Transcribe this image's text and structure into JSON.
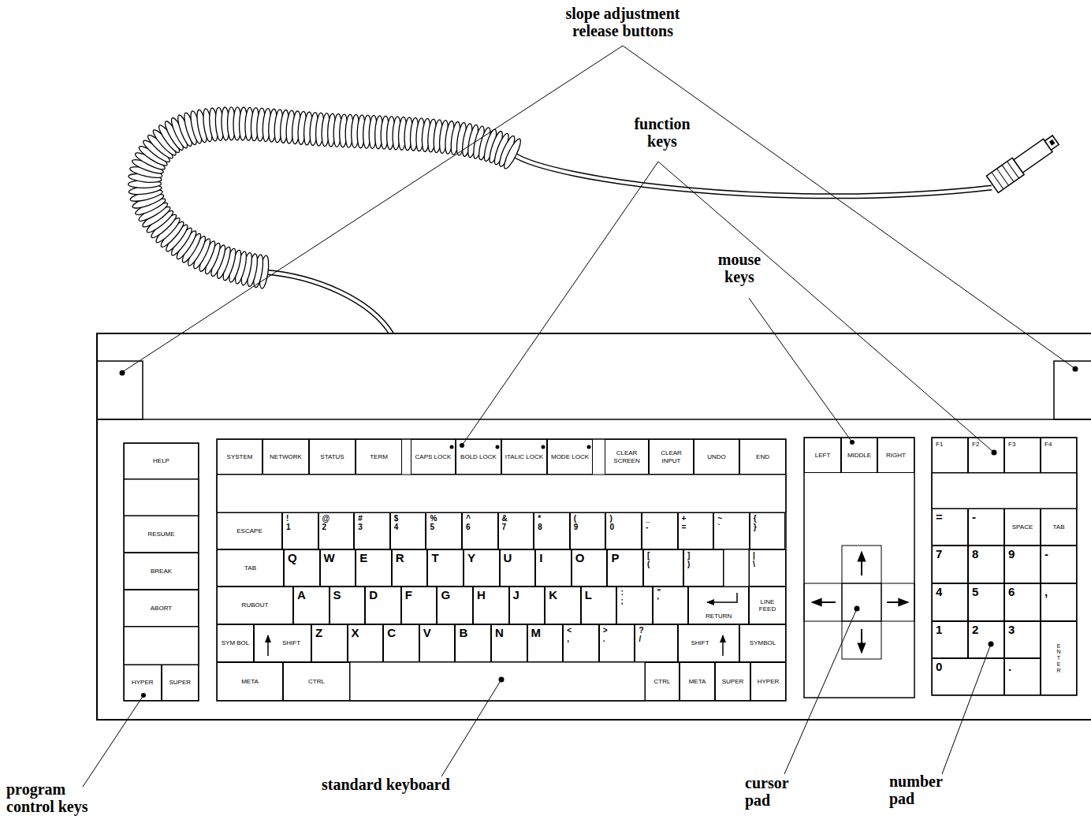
{
  "diagram": {
    "nodes": [
      {
        "text": [
          "HELP"
        ]
      },
      {
        "text": [
          "RESUME"
        ]
      },
      {
        "text": [
          "BREAK"
        ]
      },
      {
        "text": [
          "ABORT"
        ]
      },
      {
        "text": [
          "HYPER"
        ]
      },
      {
        "text": [
          "SUPER"
        ]
      },
      {
        "text": [
          "SYSTEM"
        ]
      },
      {
        "text": [
          "NETWORK"
        ]
      },
      {
        "text": [
          "STATUS"
        ]
      },
      {
        "text": [
          "TERM"
        ]
      },
      {
        "text": [
          "CAPS LOCK"
        ]
      },
      {
        "text": [
          "BOLD LOCK"
        ]
      },
      {
        "text": [
          "ITALIC LOCK"
        ]
      },
      {
        "text": [
          "MODE LOCK"
        ]
      },
      {
        "text": [
          "CLEAR SCREEN"
        ]
      },
      {
        "text": [
          "CLEAR INPUT"
        ]
      },
      {
        "text": [
          "UNDO"
        ]
      },
      {
        "text": [
          "END"
        ]
      },
      {
        "text": [
          "ESCAPE"
        ]
      },
      {
        "text": [
          "!",
          "1"
        ]
      },
      {
        "text": [
          "@",
          "2"
        ]
      },
      {
        "text": [
          "#",
          "3"
        ]
      },
      {
        "text": [
          "$",
          "4"
        ]
      },
      {
        "text": [
          "%",
          "5"
        ]
      },
      {
        "text": [
          "^",
          "6"
        ]
      },
      {
        "text": [
          "&",
          "7"
        ]
      },
      {
        "text": [
          "*",
          "8"
        ]
      },
      {
        "text": [
          "(",
          "9"
        ]
      },
      {
        "text": [
          ")",
          "0"
        ]
      },
      {
        "text": [
          "_",
          "-"
        ]
      },
      {
        "text": [
          "+",
          "="
        ]
      },
      {
        "text": [
          "~",
          "`"
        ]
      },
      {
        "text": [
          "{",
          "}"
        ]
      },
      {
        "text": [
          "TAB"
        ]
      },
      {
        "text": [
          "Q"
        ]
      },
      {
        "text": [
          "W"
        ]
      },
      {
        "text": [
          "E"
        ]
      },
      {
        "text": [
          "R"
        ]
      },
      {
        "text": [
          "T"
        ]
      },
      {
        "text": [
          "Y"
        ]
      },
      {
        "text": [
          "U"
        ]
      },
      {
        "text": [
          "I"
        ]
      },
      {
        "text": [
          "O"
        ]
      },
      {
        "text": [
          "P"
        ]
      },
      {
        "text": [
          "[",
          "("
        ]
      },
      {
        "text": [
          "]",
          ")"
        ]
      },
      {
        "text": [
          "|",
          "\\"
        ]
      },
      {
        "text": [
          "RUBOUT"
        ]
      },
      {
        "text": [
          "A"
        ]
      },
      {
        "text": [
          "S"
        ]
      },
      {
        "text": [
          "D"
        ]
      },
      {
        "text": [
          "F"
        ]
      },
      {
        "text": [
          "G"
        ]
      },
      {
        "text": [
          "H"
        ]
      },
      {
        "text": [
          "J"
        ]
      },
      {
        "text": [
          "K"
        ]
      },
      {
        "text": [
          "L"
        ]
      },
      {
        "text": [
          ":",
          ";"
        ]
      },
      {
        "text": [
          "\"",
          "'"
        ]
      },
      {
        "text": [
          "RETURN"
        ]
      },
      {
        "text": [
          "LINE FEED"
        ]
      },
      {
        "text": [
          "SYM BOL"
        ]
      },
      {
        "text": [
          "SHIFT"
        ]
      },
      {
        "text": [
          "Z"
        ]
      },
      {
        "text": [
          "X"
        ]
      },
      {
        "text": [
          "C"
        ]
      },
      {
        "text": [
          "V"
        ]
      },
      {
        "text": [
          "B"
        ]
      },
      {
        "text": [
          "N"
        ]
      },
      {
        "text": [
          "M"
        ]
      },
      {
        "text": [
          "<",
          ","
        ]
      },
      {
        "text": [
          ">",
          "."
        ]
      },
      {
        "text": [
          "?",
          "/"
        ]
      },
      {
        "text": [
          "SHIFT"
        ]
      },
      {
        "text": [
          "SYMBOL"
        ]
      },
      {
        "text": [
          "META"
        ]
      },
      {
        "text": [
          "CTRL"
        ]
      },
      {
        "text": [
          "CTRL"
        ]
      },
      {
        "text": [
          "META"
        ]
      },
      {
        "text": [
          "SUPER"
        ]
      },
      {
        "text": [
          "HYPER"
        ]
      },
      {
        "text": [
          "LEFT"
        ]
      },
      {
        "text": [
          "MIDDLE"
        ]
      },
      {
        "text": [
          "RIGHT"
        ]
      },
      {
        "text": [
          "F1"
        ]
      },
      {
        "text": [
          "F2"
        ]
      },
      {
        "text": [
          "F3"
        ]
      },
      {
        "text": [
          "F4"
        ]
      },
      {
        "text": [
          "="
        ]
      },
      {
        "text": [
          "-"
        ]
      },
      {
        "text": [
          "SPACE"
        ]
      },
      {
        "text": [
          "TAB"
        ]
      },
      {
        "text": [
          "7"
        ]
      },
      {
        "text": [
          "8"
        ]
      },
      {
        "text": [
          "9"
        ]
      },
      {
        "text": [
          "-"
        ]
      },
      {
        "text": [
          "4"
        ]
      },
      {
        "text": [
          "5"
        ]
      },
      {
        "text": [
          "6"
        ]
      },
      {
        "text": [
          ","
        ]
      },
      {
        "text": [
          "1"
        ]
      },
      {
        "text": [
          "2"
        ]
      },
      {
        "text": [
          "3"
        ]
      },
      {
        "text": [
          "ENTER"
        ]
      },
      {
        "text": [
          "0"
        ]
      },
      {
        "text": [
          "."
        ]
      }
    ],
    "labels": [
      "slope adjustment release buttons",
      "function keys",
      "mouse keys",
      "program control keys",
      "standard keyboard",
      "cursor pad",
      "number pad"
    ]
  }
}
